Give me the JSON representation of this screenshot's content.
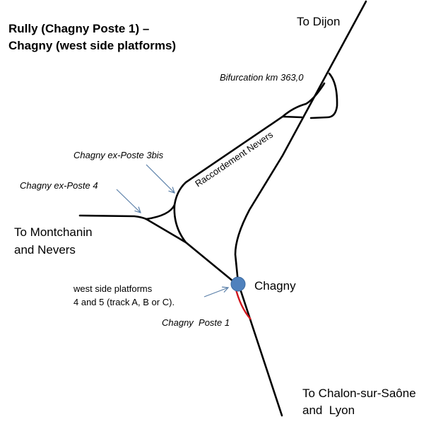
{
  "title": {
    "line1": "Rully (Chagny Poste 1) –",
    "line2": "Chagny (west side platforms)"
  },
  "labels": {
    "to_dijon": "To Dijon",
    "bifurcation": "Bifurcation km 363,0",
    "raccordement": "Raccordement Nevers",
    "poste_3bis": "Chagny ex-Poste 3bis",
    "poste_4": "Chagny ex-Poste 4",
    "montchanin_1": "To Montchanin",
    "montchanin_2": "and Nevers",
    "chagny": "Chagny",
    "platforms_1": "west side platforms",
    "platforms_2": "4 and 5 (track A, B or C).",
    "poste_1": "Chagny  Poste 1",
    "chalon_1": "To Chalon-sur-Saône",
    "chalon_2": "and  Lyon"
  },
  "colors": {
    "station": "#4f81bd",
    "poste1_track": "#d0141c",
    "arrow": "#5a7fa8"
  }
}
